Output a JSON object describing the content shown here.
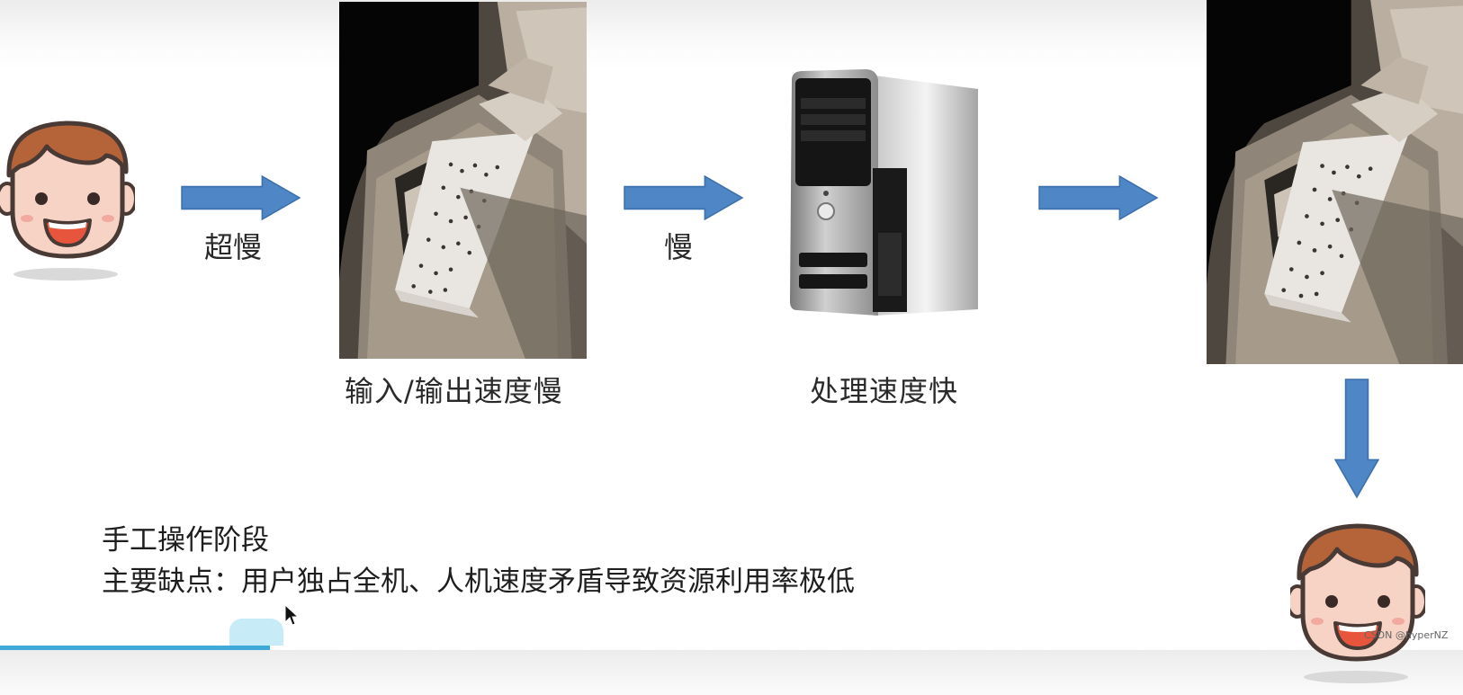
{
  "labels": {
    "arrow1": "超慢",
    "arrow2": "慢",
    "caption_io": "输入/输出速度慢",
    "caption_cpu": "处理速度快"
  },
  "note": {
    "line1": "手工操作阶段",
    "line2": "主要缺点：用户独占全机、人机速度矛盾导致资源利用率极低"
  },
  "watermark": "CSDN @hyperNZ",
  "colors": {
    "arrow": "#4f86c6",
    "arrow_dark": "#3c6fae",
    "skin": "#f6d3c4",
    "hair": "#b5643a",
    "outline": "#4a3a35",
    "mouth": "#e8553d"
  },
  "icons": {
    "user": "cartoon-face-icon",
    "reader": "punched-tape-reader-icon",
    "computer": "tower-computer-icon"
  }
}
